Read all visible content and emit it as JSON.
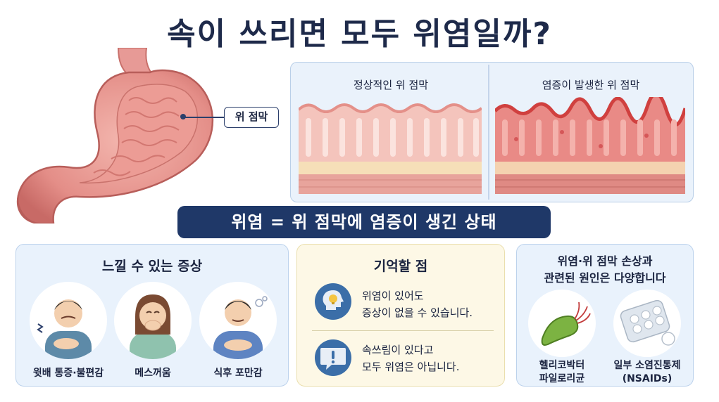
{
  "title": "속이 쓰리면 모두 위염일까?",
  "stomach_callout": "위 점막",
  "tissue": {
    "normal_label": "정상적인 위 점막",
    "inflamed_label": "염증이 발생한 위 점막"
  },
  "banner": "위염 = 위 점막에 염증이 생긴 상태",
  "symptoms": {
    "title": "느낄 수 있는 증상",
    "items": [
      {
        "label": "윗배 통증·불편감",
        "icon": "stomach-pain-icon"
      },
      {
        "label": "메스꺼움",
        "icon": "nausea-icon"
      },
      {
        "label": "식후 포만감",
        "icon": "fullness-icon"
      }
    ]
  },
  "remember": {
    "title": "기억할 점",
    "points": [
      {
        "line1": "위염이 있어도",
        "line2": "증상이 없을 수 있습니다.",
        "icon": "lightbulb-head-icon"
      },
      {
        "line1": "속쓰림이 있다고",
        "line2": "모두 위염은 아닙니다.",
        "icon": "exclamation-bubble-icon"
      }
    ]
  },
  "causes": {
    "title_line1": "위염·위 점막 손상과",
    "title_line2": "관련된 원인은 다양합니다",
    "items": [
      {
        "line1": "헬리코박터",
        "line2": "파일로리균",
        "icon": "bacteria-icon"
      },
      {
        "line1": "일부 소염진통제",
        "line2": "(NSAIDs)",
        "icon": "pill-blister-icon"
      }
    ]
  },
  "colors": {
    "navy": "#1f3868",
    "mucosa_pink": "#e79a96",
    "inflamed_red": "#d9545a",
    "panel_blue": "#eaf2fb",
    "note_yellow": "#fdf8e6"
  }
}
